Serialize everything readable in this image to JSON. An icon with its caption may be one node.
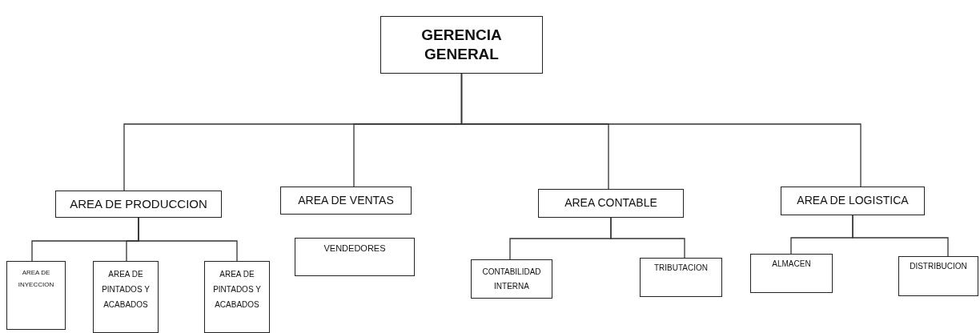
{
  "diagram": {
    "nodes": [
      {
        "text": [
          "GERENCIA GENERAL"
        ]
      },
      {
        "text": [
          "AREA DE PRODUCCION"
        ]
      },
      {
        "text": [
          "AREA DE VENTAS"
        ]
      },
      {
        "text": [
          "AREA CONTABLE"
        ]
      },
      {
        "text": [
          "AREA DE LOGISTICA"
        ]
      },
      {
        "text": [
          "AREA DE INYECCION"
        ]
      },
      {
        "text": [
          "AREA DE PINTADOS Y ACABADOS"
        ]
      },
      {
        "text": [
          "AREA DE PINTADOS Y ACABADOS"
        ]
      },
      {
        "text": [
          "VENDEDORES"
        ]
      },
      {
        "text": [
          "CONTABILIDAD INTERNA"
        ]
      },
      {
        "text": [
          "TRIBUTACION"
        ]
      },
      {
        "text": [
          "ALMACEN"
        ]
      },
      {
        "text": [
          "DISTRIBUCION"
        ]
      }
    ],
    "edges": [
      {
        "from": 0,
        "to": 1,
        "arrow": "none"
      },
      {
        "from": 0,
        "to": 2,
        "arrow": "none"
      },
      {
        "from": 0,
        "to": 3,
        "arrow": "none"
      },
      {
        "from": 0,
        "to": 4,
        "arrow": "none"
      },
      {
        "from": 1,
        "to": 5,
        "arrow": "none"
      },
      {
        "from": 1,
        "to": 6,
        "arrow": "none"
      },
      {
        "from": 1,
        "to": 7,
        "arrow": "none"
      },
      {
        "from": 3,
        "to": 9,
        "arrow": "none"
      },
      {
        "from": 3,
        "to": 10,
        "arrow": "none"
      },
      {
        "from": 4,
        "to": 11,
        "arrow": "none"
      },
      {
        "from": 4,
        "to": 12,
        "arrow": "none"
      }
    ]
  }
}
